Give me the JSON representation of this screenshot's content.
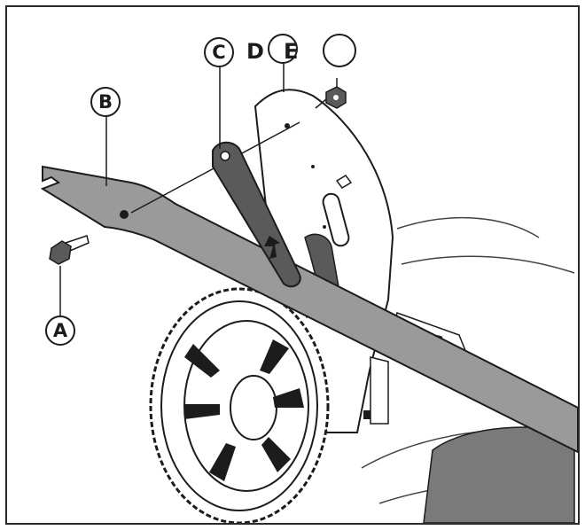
{
  "callouts": {
    "a": "A",
    "b": "B",
    "c": "C",
    "d": "D",
    "e": "E",
    "blank": ""
  },
  "colors": {
    "line": "#1c1c1c",
    "fill_gray": "#9a9a9a",
    "tool_dark": "#5a5a5a"
  }
}
